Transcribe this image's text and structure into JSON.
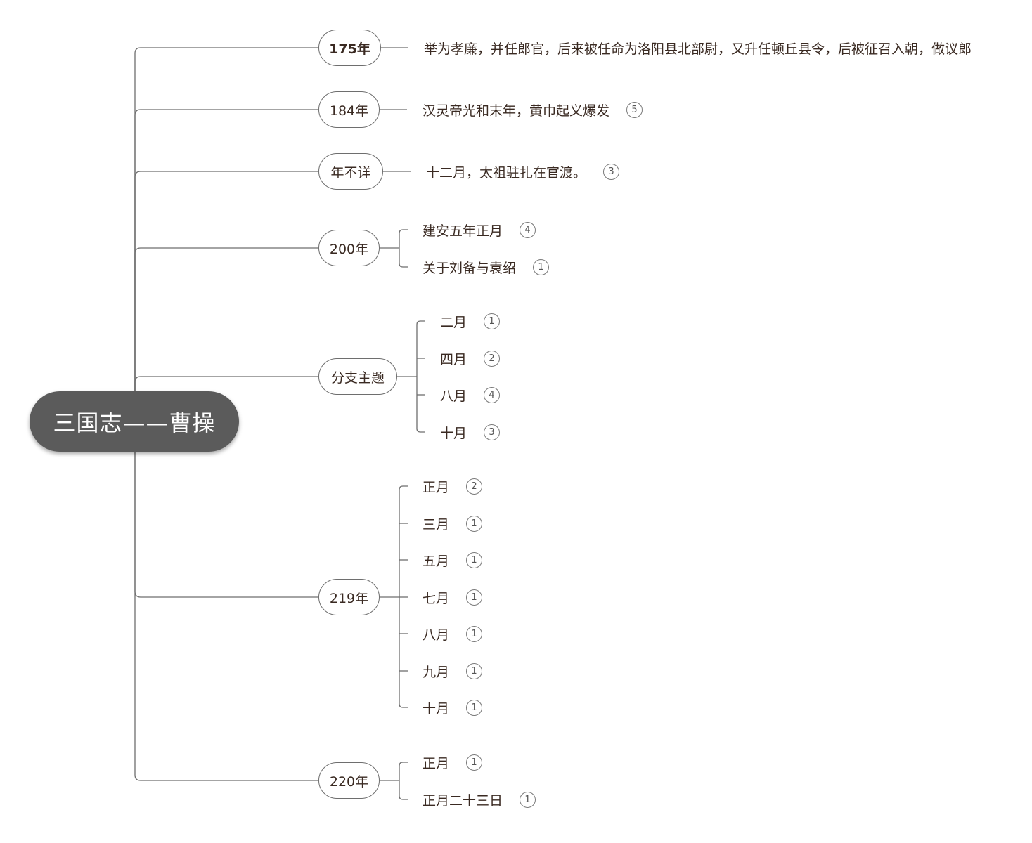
{
  "root": {
    "label": "三国志——曹操"
  },
  "branches": [
    {
      "label": "175年",
      "bold": true,
      "children": [
        {
          "text": "举为孝廉，并任郎官，后来被任命为洛阳县北部尉，又升任顿丘县令，后被征召入朝，做议郎"
        }
      ]
    },
    {
      "label": "184年",
      "children": [
        {
          "text": "汉灵帝光和末年，黄巾起义爆发",
          "badge": "5"
        }
      ]
    },
    {
      "label": "年不详",
      "children": [
        {
          "text": "十二月，太祖驻扎在官渡。",
          "badge": "3"
        }
      ]
    },
    {
      "label": "200年",
      "children": [
        {
          "text": "建安五年正月",
          "badge": "4"
        },
        {
          "text": "关于刘备与袁绍",
          "badge": "1"
        }
      ]
    },
    {
      "label": "分支主题",
      "children": [
        {
          "text": "二月",
          "badge": "1"
        },
        {
          "text": "四月",
          "badge": "2"
        },
        {
          "text": "八月",
          "badge": "4"
        },
        {
          "text": "十月",
          "badge": "3"
        }
      ]
    },
    {
      "label": "219年",
      "children": [
        {
          "text": "正月",
          "badge": "2"
        },
        {
          "text": "三月",
          "badge": "1"
        },
        {
          "text": "五月",
          "badge": "1"
        },
        {
          "text": "七月",
          "badge": "1"
        },
        {
          "text": "八月",
          "badge": "1"
        },
        {
          "text": "九月",
          "badge": "1"
        },
        {
          "text": "十月",
          "badge": "1"
        }
      ]
    },
    {
      "label": "220年",
      "children": [
        {
          "text": "正月",
          "badge": "1"
        },
        {
          "text": "正月二十三日",
          "badge": "1"
        }
      ]
    }
  ]
}
